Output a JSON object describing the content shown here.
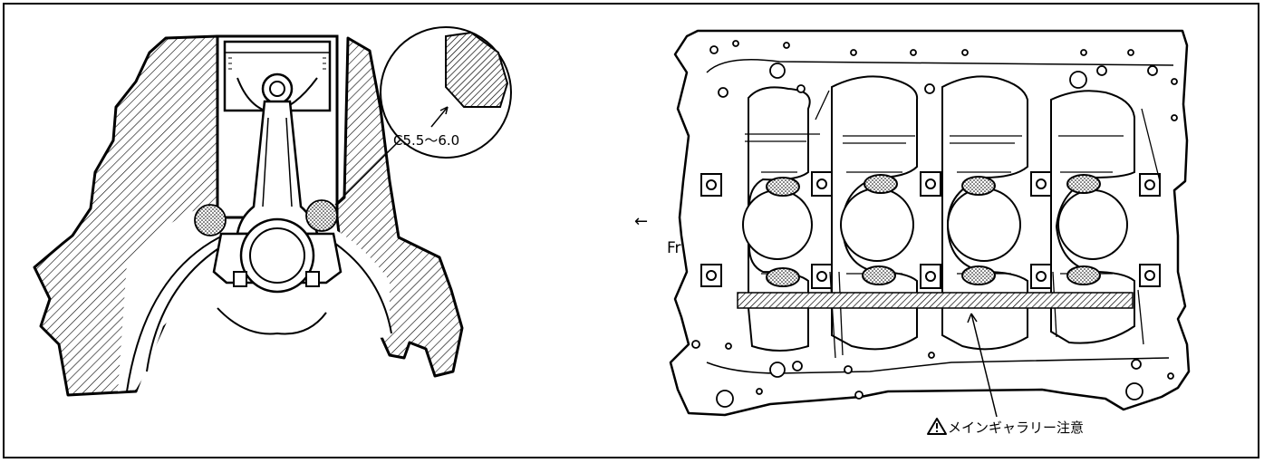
{
  "engine_section": {
    "chamfer_label": "C5.5～6.0"
  },
  "block_view": {
    "direction_arrow": "←",
    "front_label": "Fr",
    "warning_icon": "warning-triangle-icon",
    "warning_text": "メインギャラリー注意"
  }
}
